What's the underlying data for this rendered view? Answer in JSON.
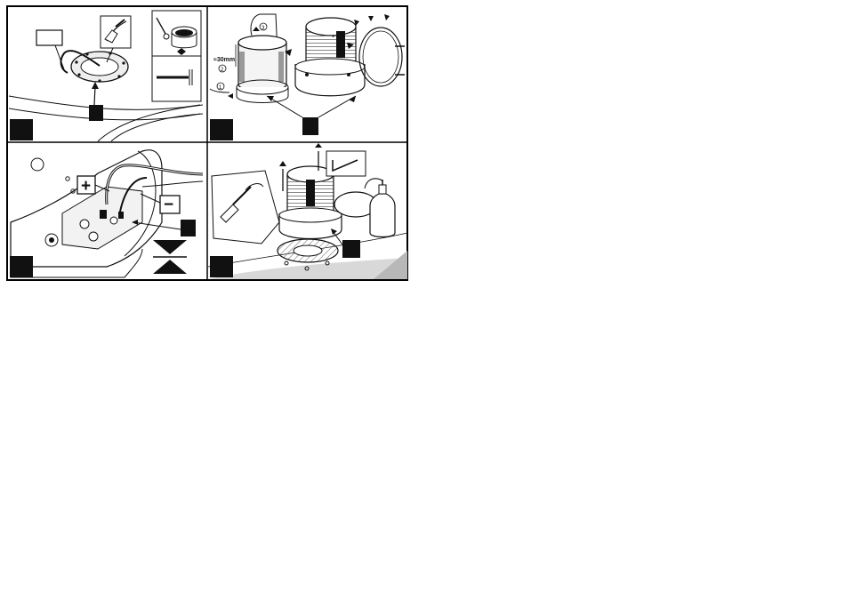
{
  "panels": [
    {
      "id": "install-base-plate"
    },
    {
      "id": "assemble-lamp-dome",
      "dimension_label": "≈30mm",
      "step_numbers": [
        "1",
        "2",
        "3"
      ]
    },
    {
      "id": "wire-connection",
      "plus_label": "+",
      "minus_label": "−"
    },
    {
      "id": "seal-and-mount"
    }
  ],
  "colors": {
    "line": "#111111",
    "panel_border": "#000000",
    "callout_box": "#111111",
    "shadow_fill": "#d8d8d8",
    "ground_fill": "#c9c9c9"
  },
  "icons": [
    "drill-bit-icon",
    "sealant-tub-icon",
    "hex-key-icon",
    "lubricant-bottle-icon",
    "compress-arrows-icon"
  ]
}
